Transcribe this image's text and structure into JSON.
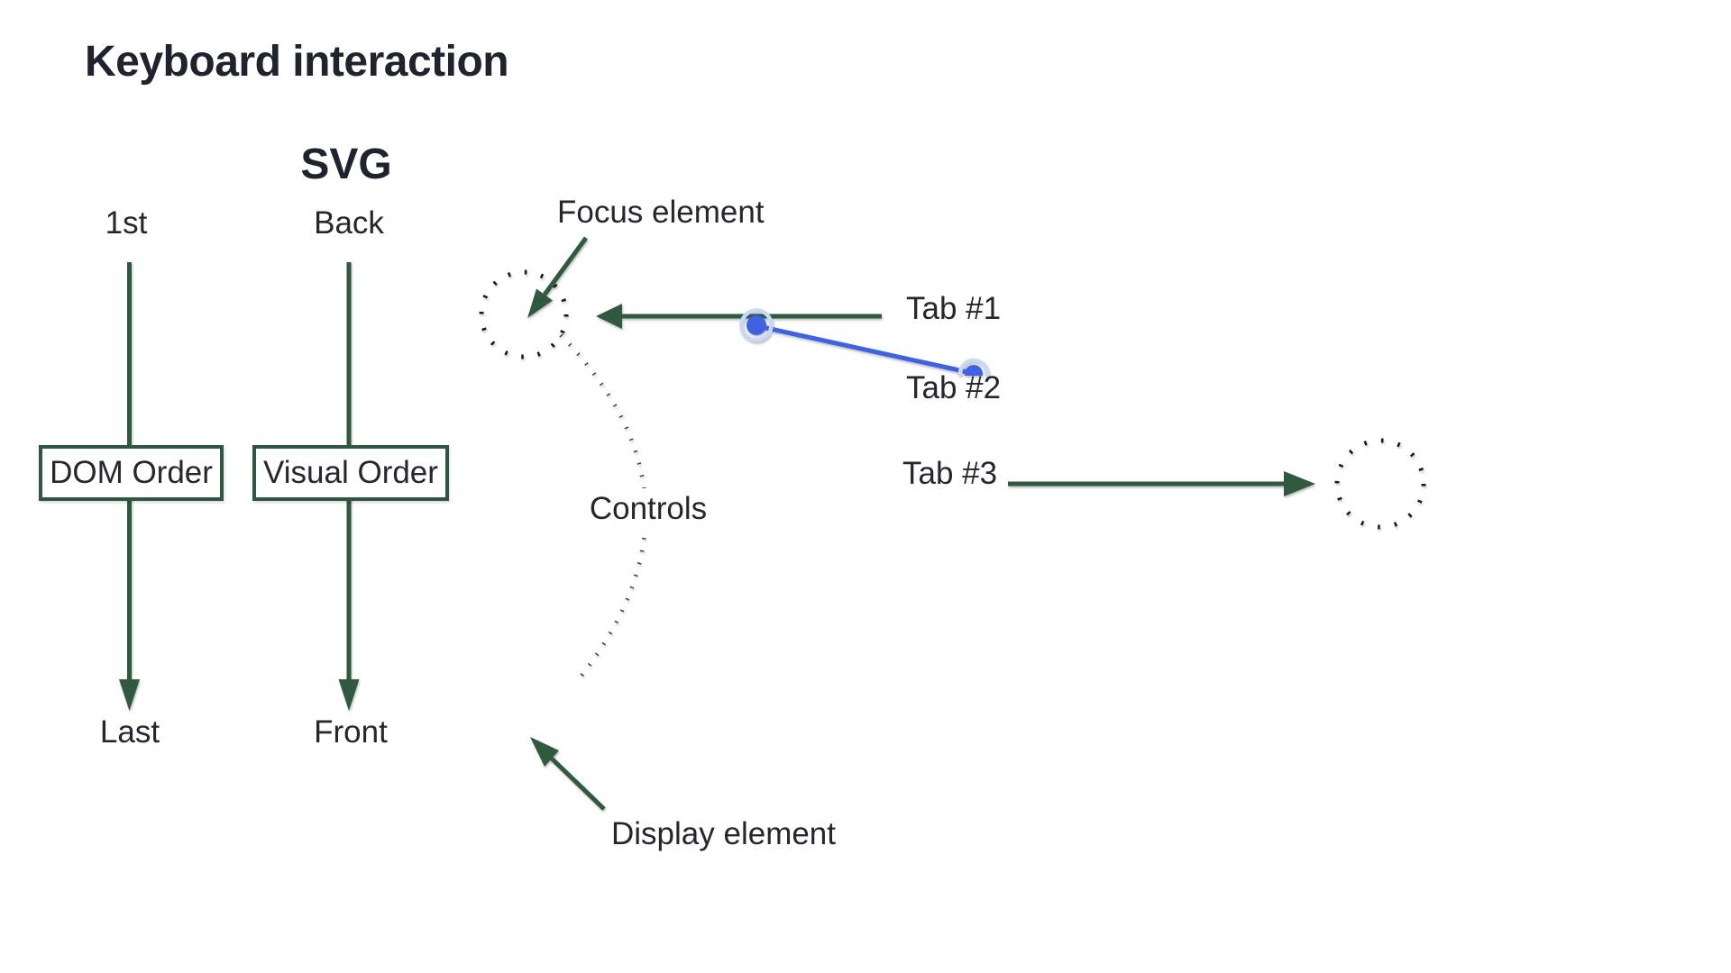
{
  "title": "Keyboard interaction",
  "columns": {
    "svg_heading": "SVG",
    "dom": {
      "top_label": "1st",
      "box_label": "DOM Order",
      "bottom_label": "Last"
    },
    "visual": {
      "top_label": "Back",
      "box_label": "Visual Order",
      "bottom_label": "Front"
    }
  },
  "annotations": {
    "focus_label": "Focus element",
    "controls_label": "Controls",
    "display_label": "Display element"
  },
  "tabs": [
    {
      "label": "Tab #1"
    },
    {
      "label": "Tab #2"
    },
    {
      "label": "Tab #3"
    }
  ],
  "colors": {
    "arrow_green": "#30593f",
    "box_border": "#2e5741",
    "dot_black": "#111a14",
    "curve_green": "#2b463a",
    "blue": "#3e62e2",
    "blue_halo": "#c9d8f6",
    "text": "#24272e",
    "heading_text": "#1f232e",
    "background": "#ffffff"
  }
}
